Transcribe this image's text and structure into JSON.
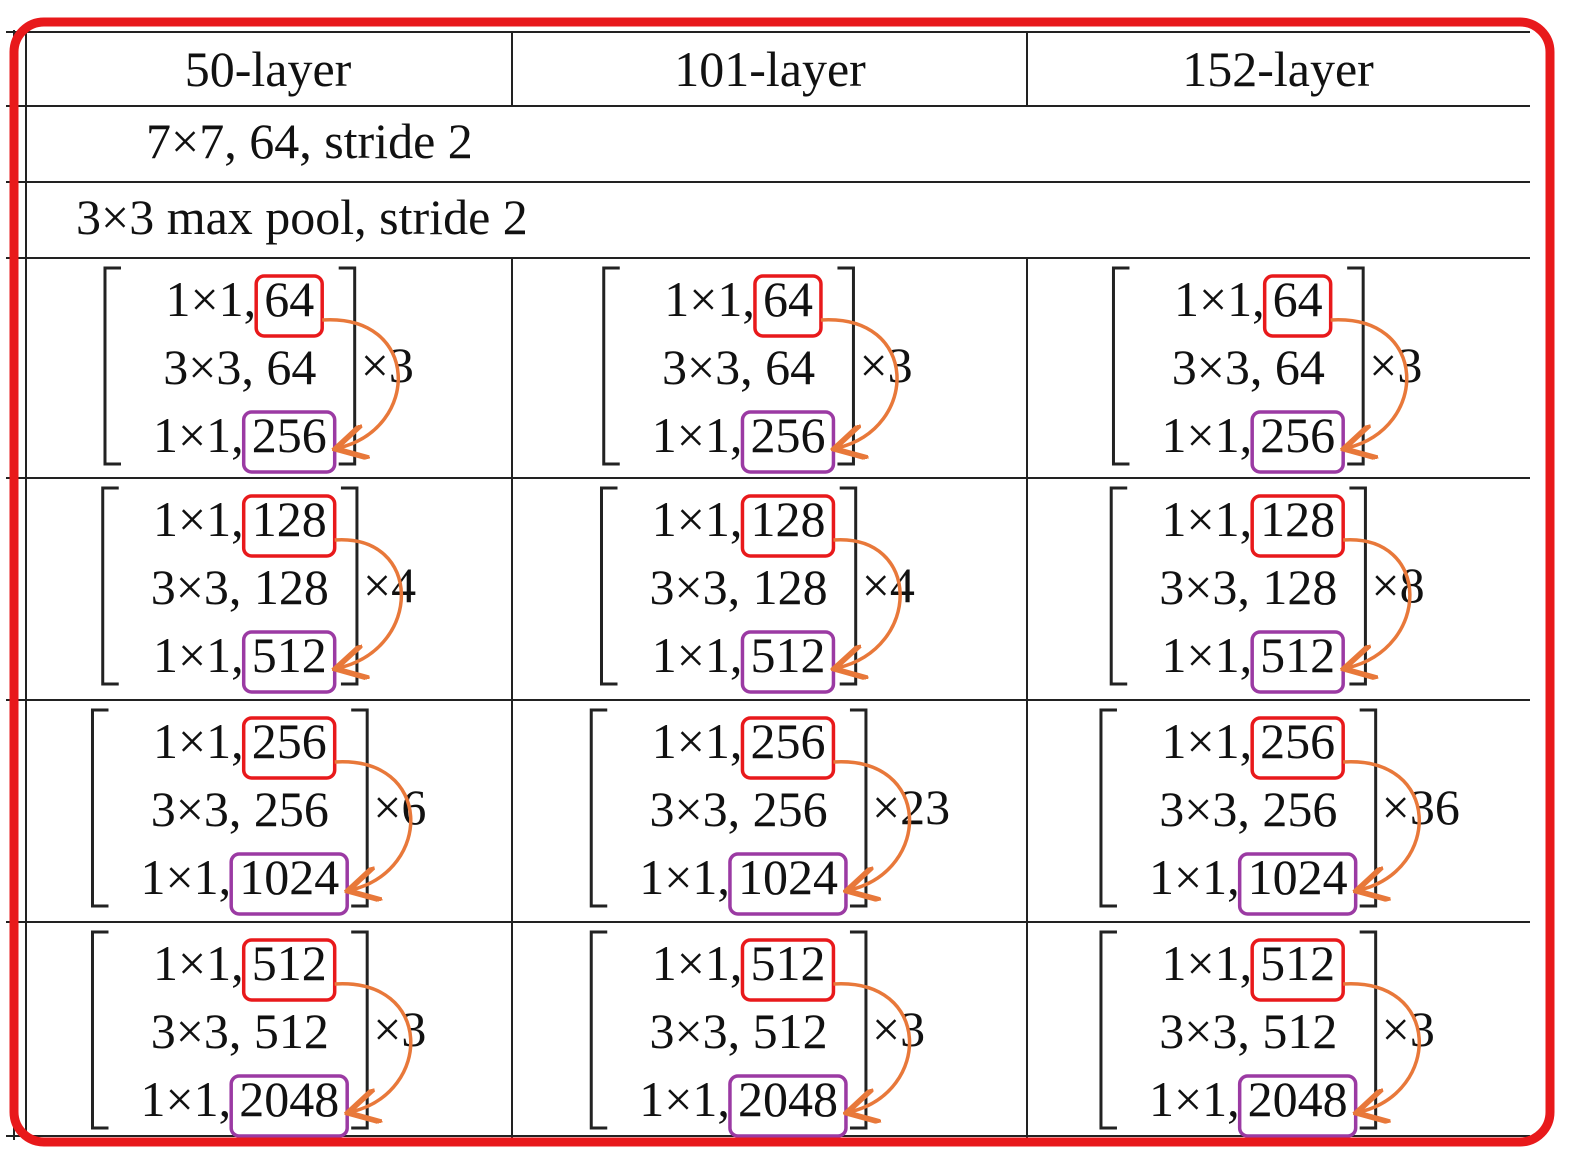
{
  "headers": [
    "50-layer",
    "101-layer",
    "152-layer"
  ],
  "conv1": "7×7, 64, stride 2",
  "pool": "3×3 max pool, stride 2",
  "stages": [
    {
      "blocks": [
        {
          "line1": "1×1,",
          "in": "64",
          "line2": "3×3, 64",
          "line3": "1×1,",
          "out": "256",
          "mult": "×3"
        },
        {
          "line1": "1×1,",
          "in": "64",
          "line2": "3×3, 64",
          "line3": "1×1,",
          "out": "256",
          "mult": "×3"
        },
        {
          "line1": "1×1,",
          "in": "64",
          "line2": "3×3, 64",
          "line3": "1×1,",
          "out": "256",
          "mult": "×3"
        }
      ]
    },
    {
      "blocks": [
        {
          "line1": "1×1,",
          "in": "128",
          "line2": "3×3, 128",
          "line3": "1×1,",
          "out": "512",
          "mult": "×4"
        },
        {
          "line1": "1×1,",
          "in": "128",
          "line2": "3×3, 128",
          "line3": "1×1,",
          "out": "512",
          "mult": "×4"
        },
        {
          "line1": "1×1,",
          "in": "128",
          "line2": "3×3, 128",
          "line3": "1×1,",
          "out": "512",
          "mult": "×8"
        }
      ]
    },
    {
      "blocks": [
        {
          "line1": "1×1,",
          "in": "256",
          "line2": "3×3, 256",
          "line3": "1×1,",
          "out": "1024",
          "mult": "×6"
        },
        {
          "line1": "1×1,",
          "in": "256",
          "line2": "3×3, 256",
          "line3": "1×1,",
          "out": "1024",
          "mult": "×23"
        },
        {
          "line1": "1×1,",
          "in": "256",
          "line2": "3×3, 256",
          "line3": "1×1,",
          "out": "1024",
          "mult": "×36"
        }
      ]
    },
    {
      "blocks": [
        {
          "line1": "1×1,",
          "in": "512",
          "line2": "3×3, 512",
          "line3": "1×1,",
          "out": "2048",
          "mult": "×3"
        },
        {
          "line1": "1×1,",
          "in": "512",
          "line2": "3×3, 512",
          "line3": "1×1,",
          "out": "2048",
          "mult": "×3"
        },
        {
          "line1": "1×1,",
          "in": "512",
          "line2": "3×3, 512",
          "line3": "1×1,",
          "out": "2048",
          "mult": "×3"
        }
      ]
    }
  ],
  "colors": {
    "frame": "#e8191b",
    "input_box": "#e8191b",
    "output_box": "#9b3aa3",
    "arrow": "#e8783a",
    "rule": "#222222"
  }
}
